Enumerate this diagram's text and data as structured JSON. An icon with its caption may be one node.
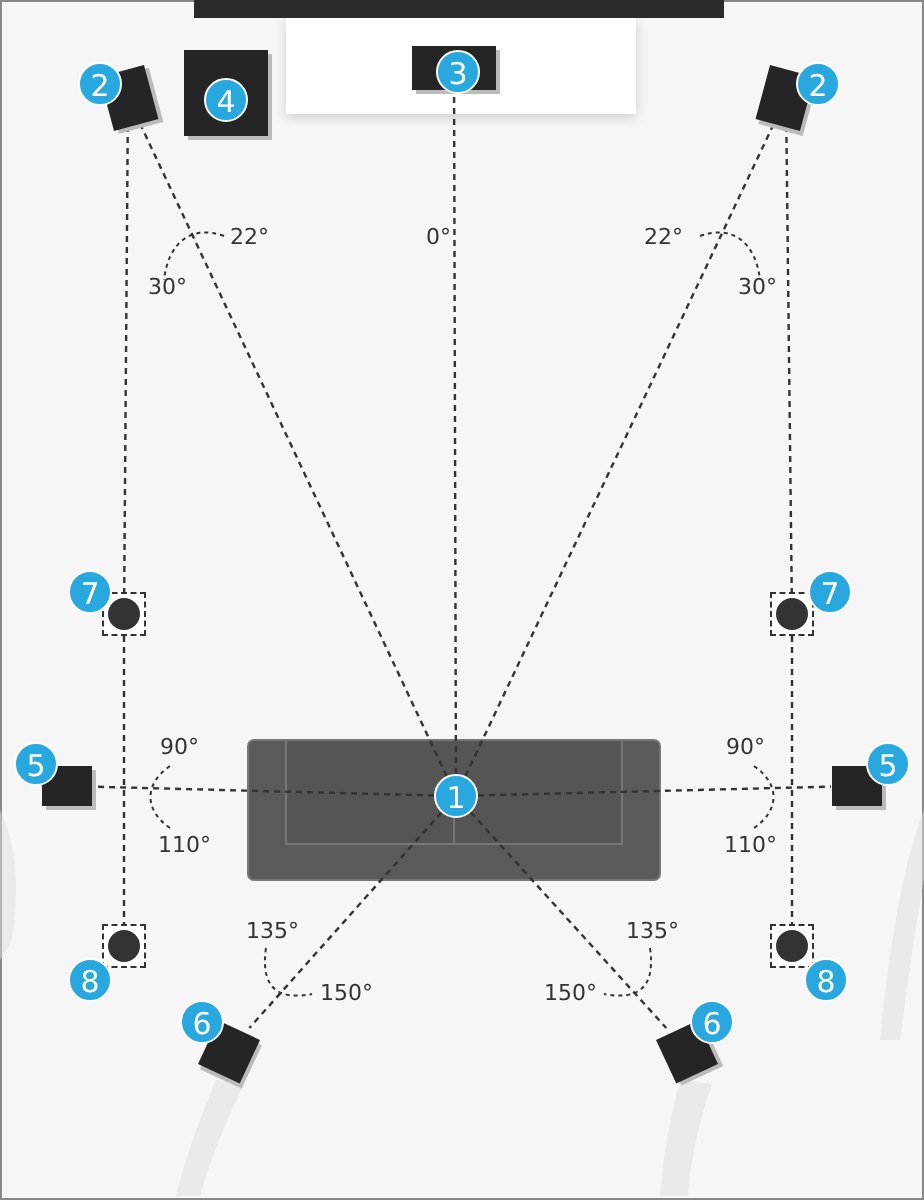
{
  "diagram": {
    "nodes": [
      {
        "text": [
          "1"
        ]
      },
      {
        "text": [
          "2"
        ]
      },
      {
        "text": [
          "2"
        ]
      },
      {
        "text": [
          "3"
        ]
      },
      {
        "text": [
          "4"
        ]
      },
      {
        "text": [
          "5"
        ]
      },
      {
        "text": [
          "5"
        ]
      },
      {
        "text": [
          "6"
        ]
      },
      {
        "text": [
          "6"
        ]
      },
      {
        "text": [
          "7"
        ]
      },
      {
        "text": [
          "7"
        ]
      },
      {
        "text": [
          "8"
        ]
      },
      {
        "text": [
          "8"
        ]
      }
    ],
    "edges": [
      {
        "from": 0,
        "to": 3,
        "arrow": "none",
        "style": "dashed"
      },
      {
        "from": 0,
        "to": 1,
        "arrow": "none",
        "style": "dashed"
      },
      {
        "from": 0,
        "to": 2,
        "arrow": "none",
        "style": "dashed"
      },
      {
        "from": 0,
        "to": 5,
        "arrow": "none",
        "style": "dashed"
      },
      {
        "from": 0,
        "to": 6,
        "arrow": "none",
        "style": "dashed"
      },
      {
        "from": 0,
        "to": 7,
        "arrow": "none",
        "style": "dashed"
      },
      {
        "from": 0,
        "to": 8,
        "arrow": "none",
        "style": "dashed"
      },
      {
        "from": 1,
        "to": 9,
        "arrow": "none",
        "style": "dashed"
      },
      {
        "from": 9,
        "to": 11,
        "arrow": "none",
        "style": "dashed"
      },
      {
        "from": 2,
        "to": 10,
        "arrow": "none",
        "style": "dashed"
      },
      {
        "from": 10,
        "to": 12,
        "arrow": "none",
        "style": "dashed"
      }
    ],
    "labels": [
      "22°",
      "0°",
      "22°",
      "30°",
      "30°",
      "90°",
      "90°",
      "110°",
      "110°",
      "135°",
      "135°",
      "150°",
      "150°"
    ]
  }
}
